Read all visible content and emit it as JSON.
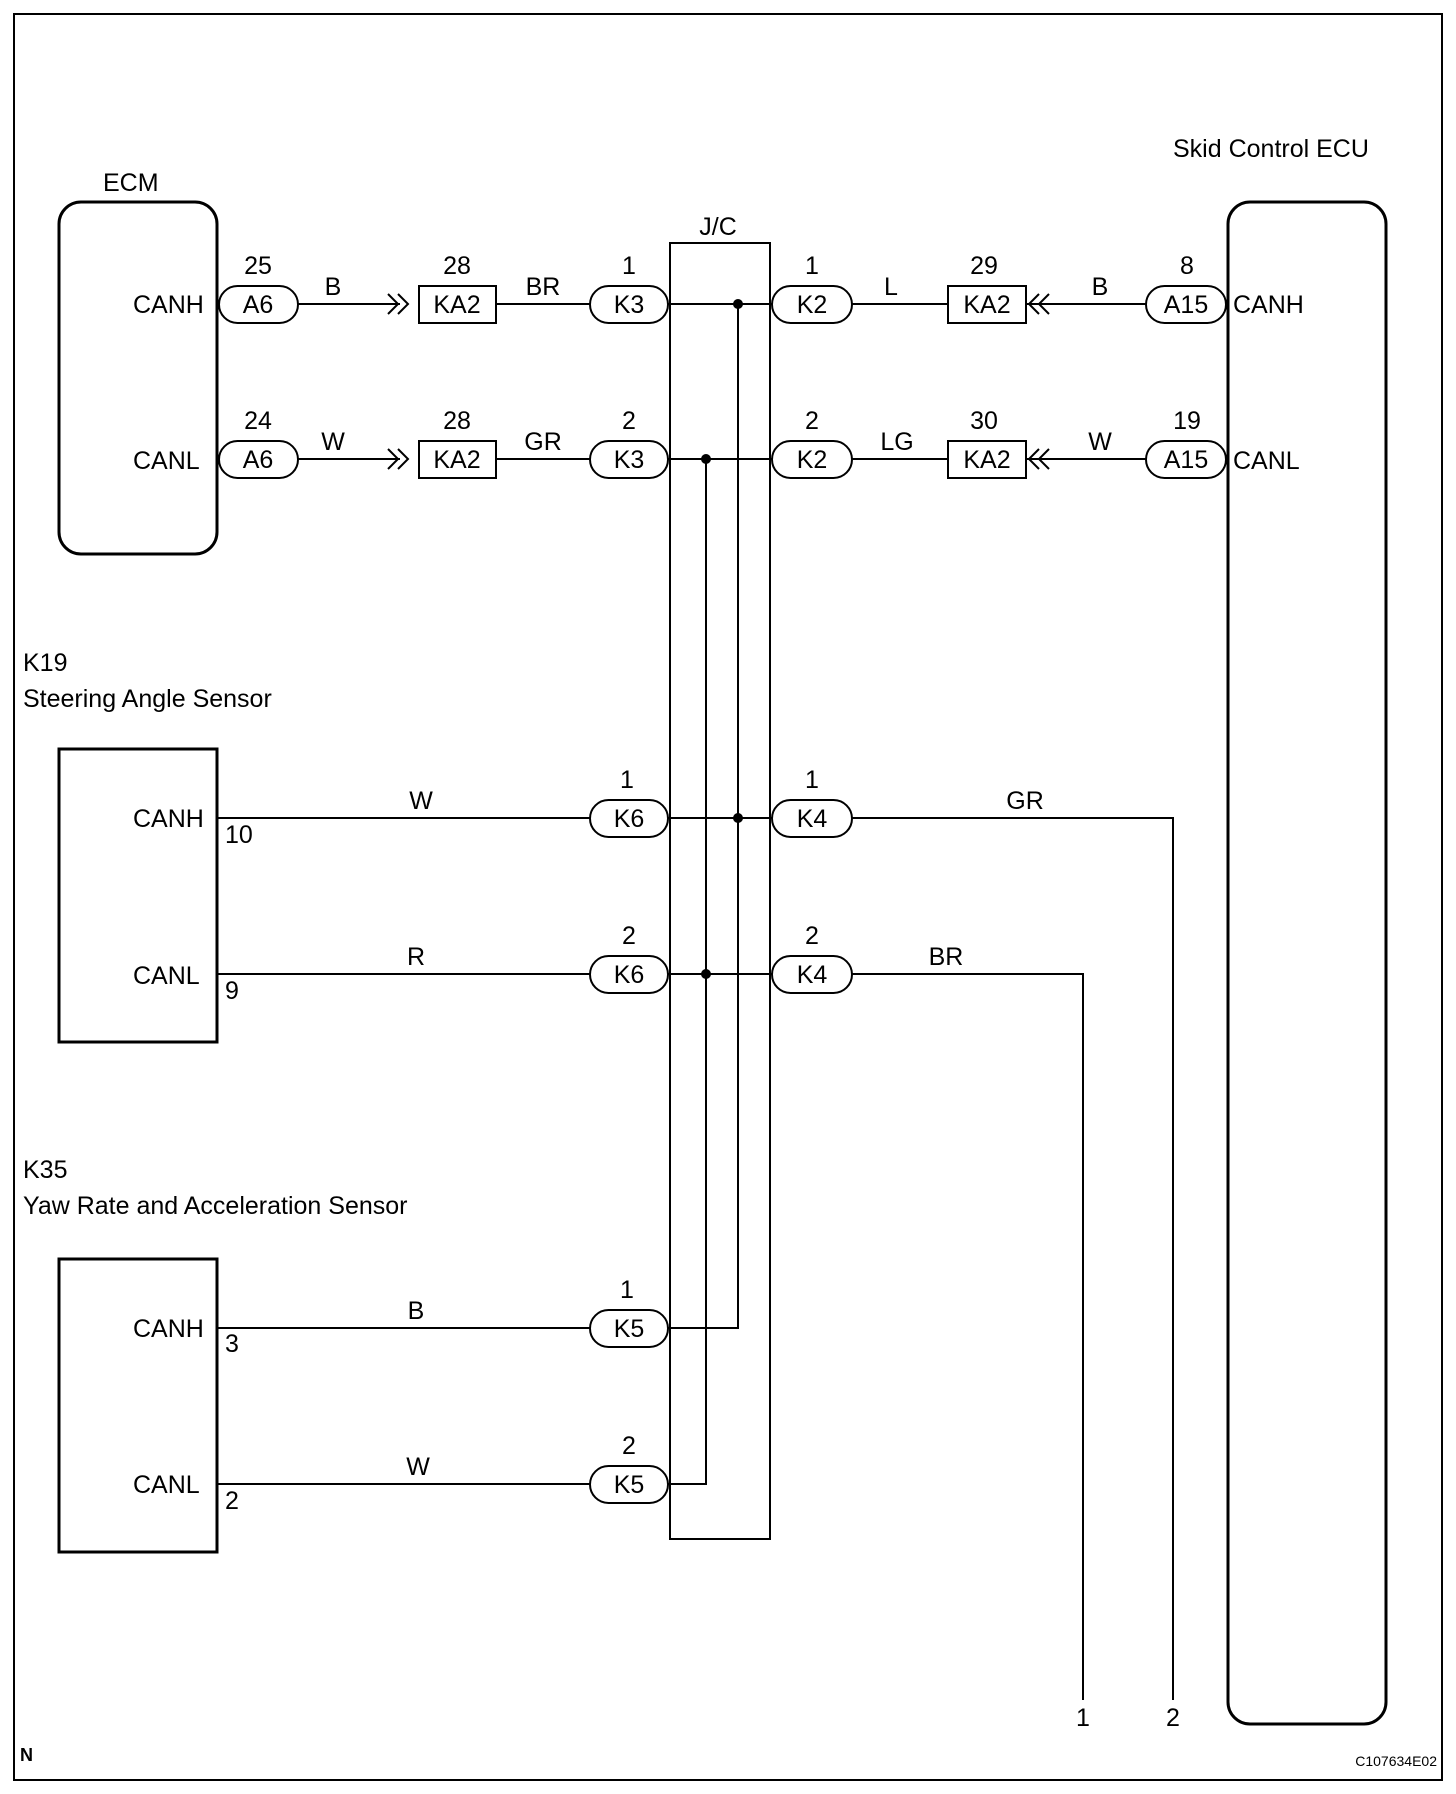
{
  "ecm": {
    "title": "ECM",
    "canh_label": "CANH",
    "canl_label": "CANL"
  },
  "skid": {
    "title": "Skid Control ECU",
    "canh_label": "CANH",
    "canl_label": "CANL"
  },
  "jc": {
    "label": "J/C"
  },
  "steering": {
    "id": "K19",
    "title": "Steering Angle Sensor",
    "canh_label": "CANH",
    "canl_label": "CANL",
    "canh_pin": "10",
    "canl_pin": "9"
  },
  "yaw": {
    "id": "K35",
    "title": "Yaw Rate and Acceleration Sensor",
    "canh_label": "CANH",
    "canl_label": "CANL",
    "canh_pin": "3",
    "canl_pin": "2"
  },
  "row1": {
    "a6_pin": "25",
    "a6": "A6",
    "w1": "B",
    "ka2_l_pin": "28",
    "ka2_l": "KA2",
    "w2": "BR",
    "k3_pin": "1",
    "k3": "K3",
    "k2_pin": "1",
    "k2": "K2",
    "w3": "L",
    "ka2_r_pin": "29",
    "ka2_r": "KA2",
    "w4": "B",
    "a15_pin": "8",
    "a15": "A15"
  },
  "row2": {
    "a6_pin": "24",
    "a6": "A6",
    "w1": "W",
    "ka2_l_pin": "28",
    "ka2_l": "KA2",
    "w2": "GR",
    "k3_pin": "2",
    "k3": "K3",
    "k2_pin": "2",
    "k2": "K2",
    "w3": "LG",
    "ka2_r_pin": "30",
    "ka2_r": "KA2",
    "w4": "W",
    "a15_pin": "19",
    "a15": "A15"
  },
  "row3": {
    "wire_l": "W",
    "k6_pin": "1",
    "k6": "K6",
    "k4_pin": "1",
    "k4": "K4",
    "wire_r": "GR"
  },
  "row4": {
    "wire_l": "R",
    "k6_pin": "2",
    "k6": "K6",
    "k4_pin": "2",
    "k4": "K4",
    "wire_r": "BR"
  },
  "row5": {
    "wire_l": "B",
    "k5_pin": "1",
    "k5": "K5"
  },
  "row6": {
    "wire_l": "W",
    "k5_pin": "2",
    "k5": "K5"
  },
  "terminals": {
    "t1": "1",
    "t2": "2"
  },
  "footer": {
    "north": "N",
    "code": "C107634E02"
  }
}
